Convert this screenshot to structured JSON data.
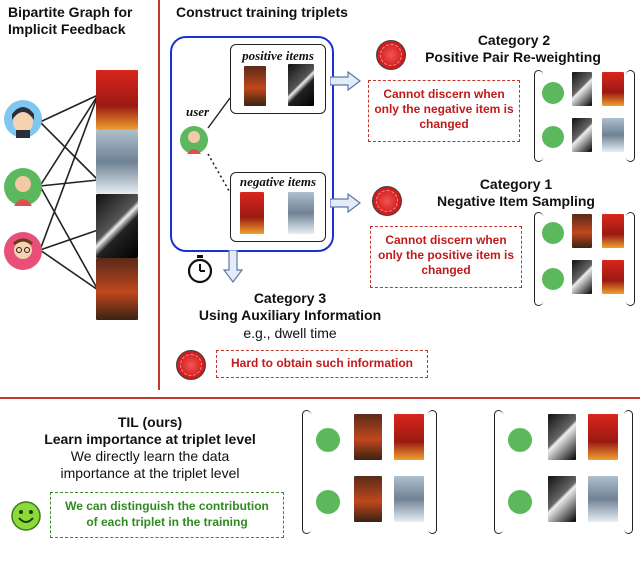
{
  "left_title": "Bipartite Graph for\nImplicit Feedback",
  "construct_title": "Construct training triplets",
  "positive_items_label": "positive items",
  "negative_items_label": "negative items",
  "user_label": "user",
  "cat2_title": "Category 2",
  "cat2_subtitle": "Positive Pair Re-weighting",
  "cat2_note": "Cannot discern when only the negative item is changed",
  "cat1_title": "Category 1",
  "cat1_subtitle": "Negative Item Sampling",
  "cat1_note": "Cannot discern when only the positive item is changed",
  "cat3_title": "Category 3",
  "cat3_subtitle": "Using Auxiliary Information",
  "cat3_example": "e.g., dwell time",
  "cat3_note": "Hard to obtain such information",
  "til_title": "TIL (ours)",
  "til_subtitle": "Learn importance at triplet level",
  "til_desc": "We directly learn the data\nimportance at the triplet level",
  "til_note": "We can distinguish the contribution\nof each triplet in the training",
  "colors": {
    "red_accent": "#c11a1a",
    "green_accent": "#3b8b2b",
    "blue_box": "#1f2fd6",
    "divider_red": "#c0392b"
  },
  "icons": [
    "user-avatar-icon",
    "movie-poster-icon",
    "stopwatch-icon",
    "sad-face-icon",
    "smiley-face-icon",
    "arrow-icon"
  ]
}
